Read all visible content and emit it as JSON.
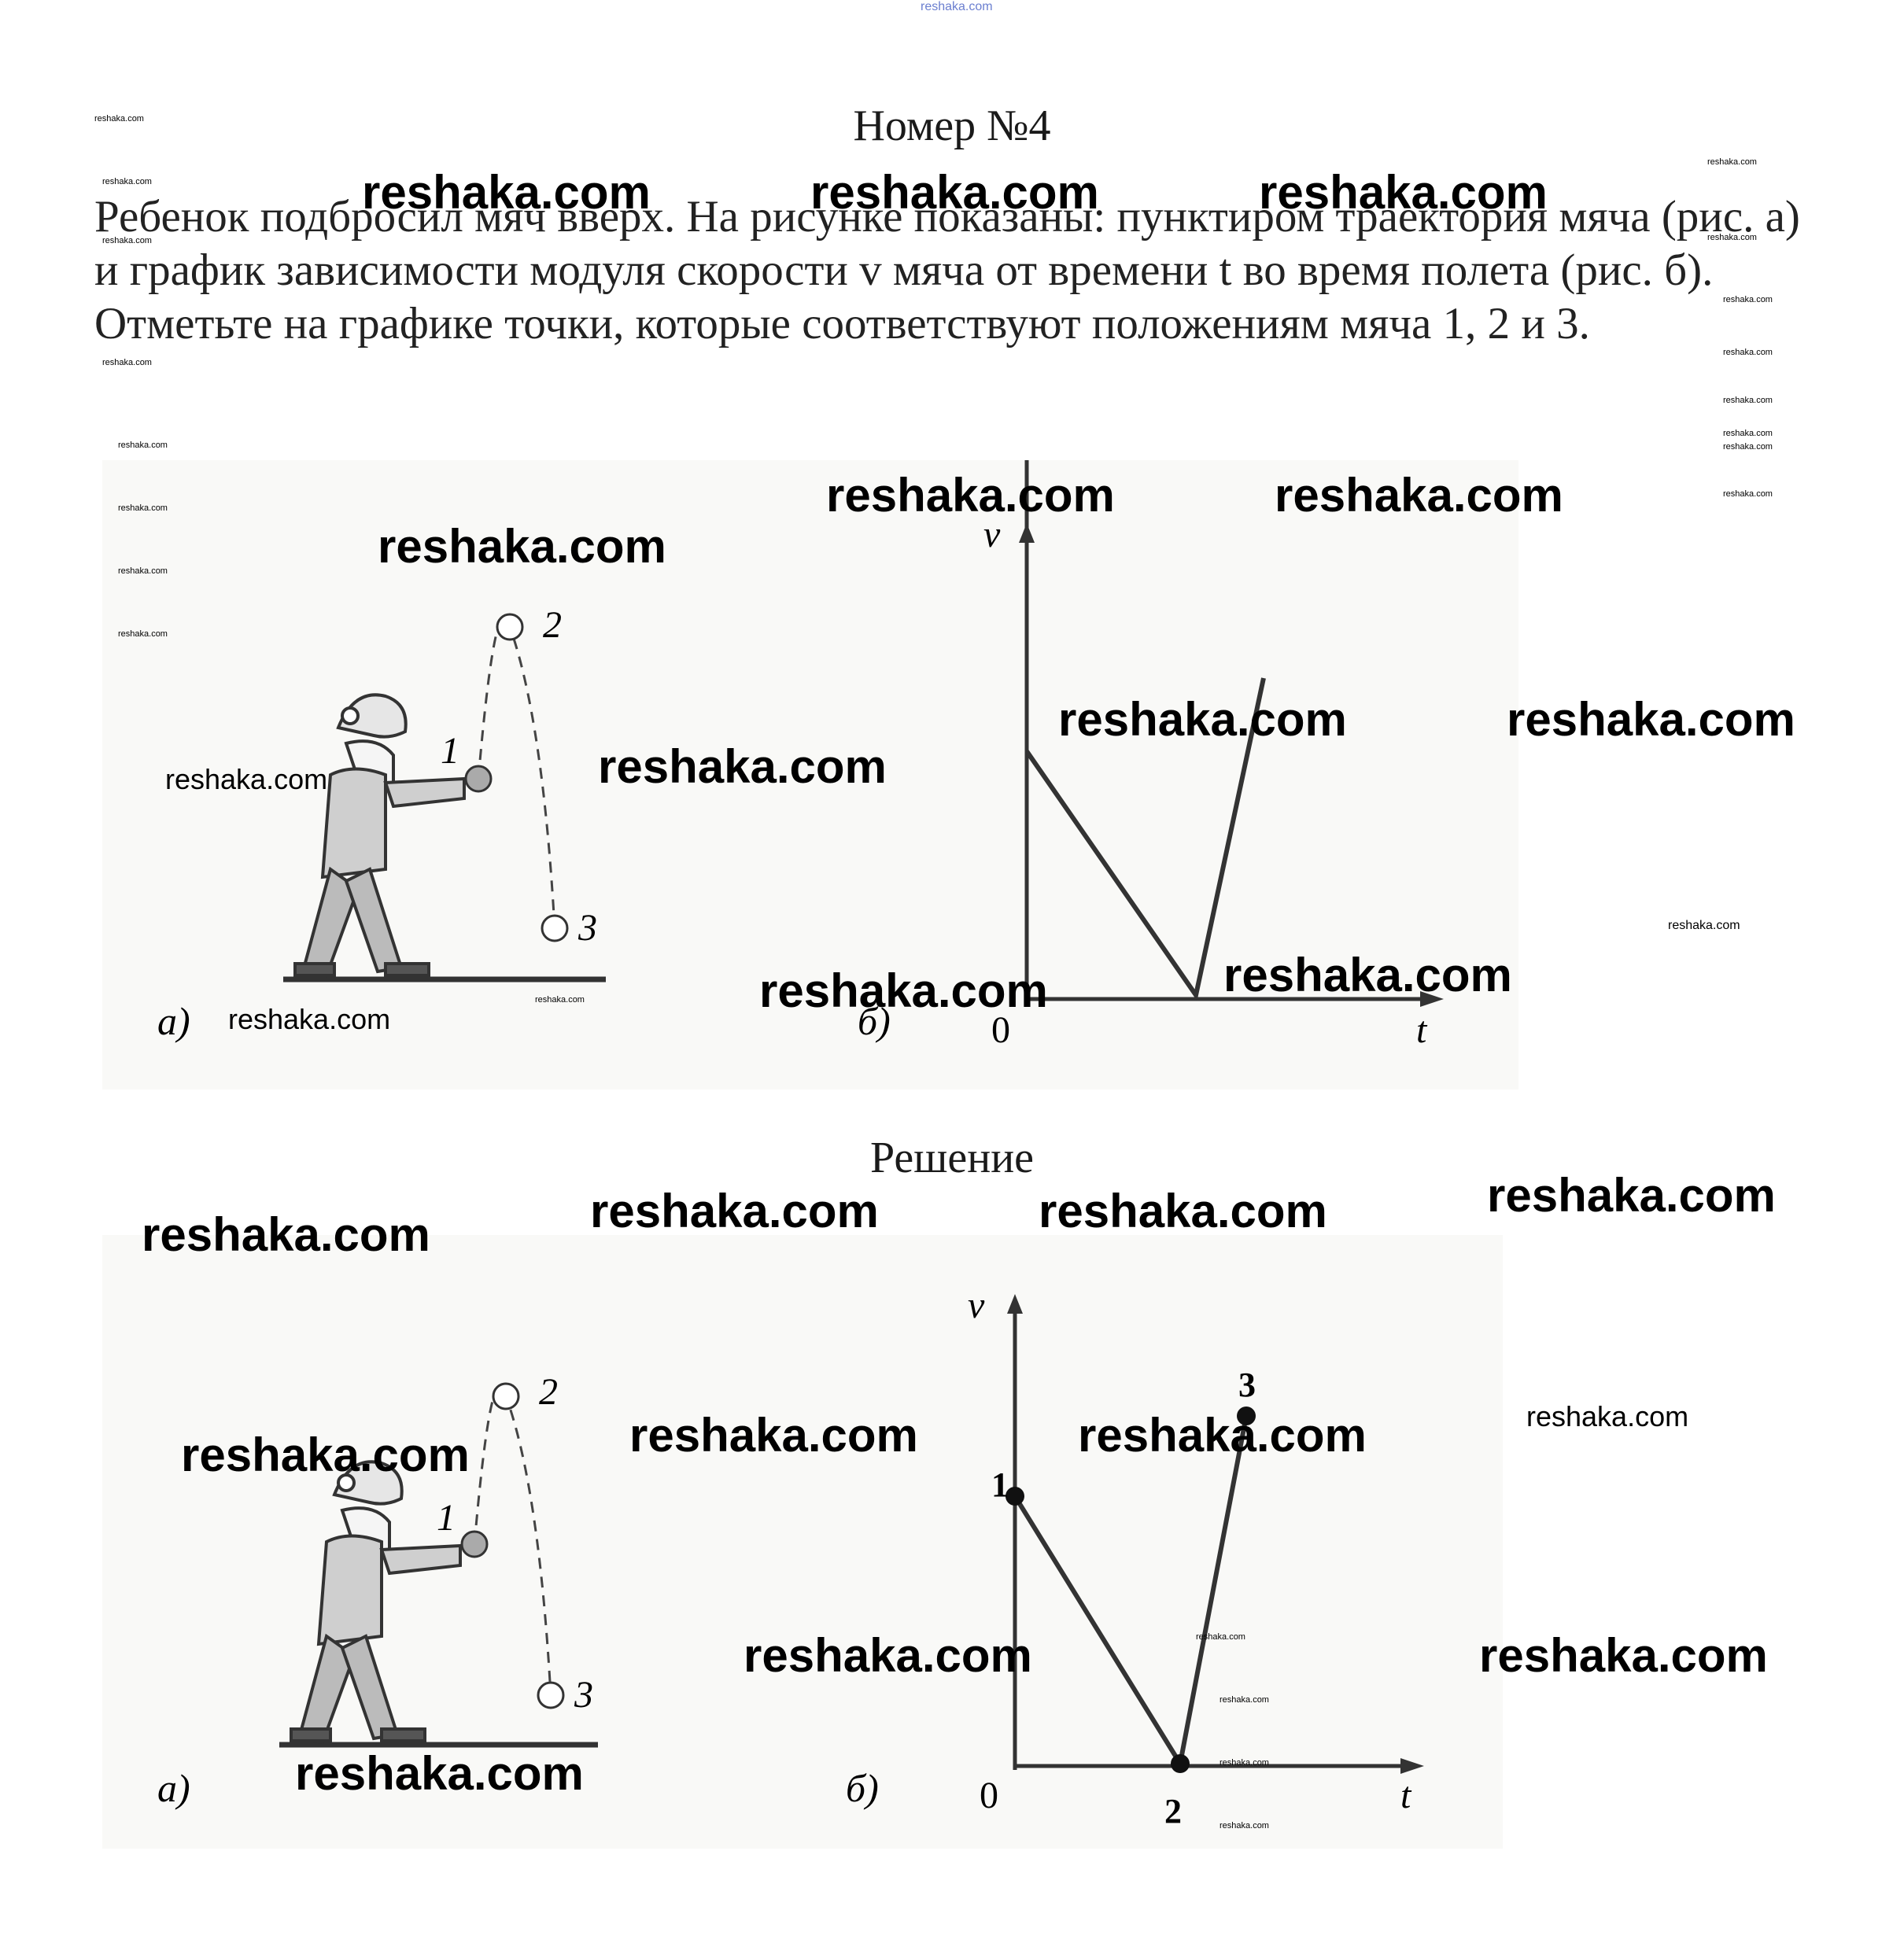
{
  "title": "Номер №4",
  "problem_text": "Ребенок подбросил мяч вверх. На рисунке показаны: пунктиром траектория мяча (рис. а) и график зависимости модуля скорости v мяча от времени t во время полета (рис. б). Отметьте на графике точки, которые соответствуют положениям мяча 1, 2 и 3.",
  "solution_heading": "Решение",
  "watermark": "reshaka.com",
  "figure_a": {
    "label": "а)",
    "positions": [
      "1",
      "2",
      "3"
    ]
  },
  "figure_b": {
    "label": "б)",
    "y_axis": "v",
    "x_axis": "t",
    "origin": "0"
  },
  "solution_points": [
    "1",
    "2",
    "3"
  ],
  "chart_data": {
    "type": "line",
    "x_label": "t",
    "y_label": "v",
    "series": [
      {
        "x": [
          0,
          1,
          1.4
        ],
        "y": [
          1,
          0,
          1.3
        ]
      }
    ],
    "marked_points": [
      {
        "label": "1",
        "x": 0,
        "y": 1
      },
      {
        "label": "2",
        "x": 1,
        "y": 0
      },
      {
        "label": "3",
        "x": 1.4,
        "y": 1.3
      }
    ]
  },
  "colors": {
    "text": "#1a1a1a",
    "watermark": "#000000",
    "top_watermark": "#6b7fd0"
  }
}
